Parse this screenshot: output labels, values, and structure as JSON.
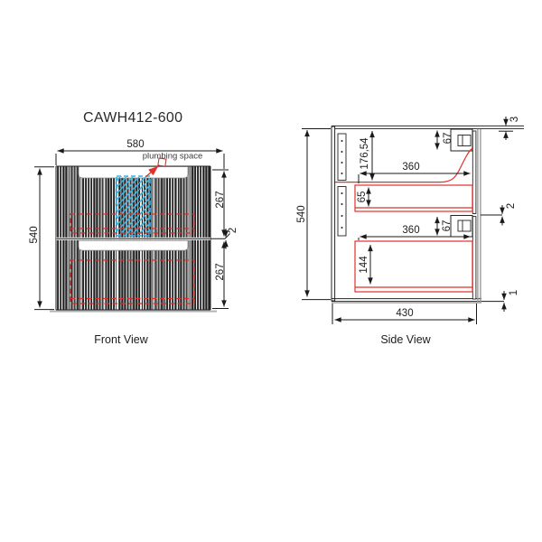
{
  "title": "CAWH412-600",
  "views": {
    "front": {
      "label": "Front View",
      "plumbing_label": "plumbing space",
      "dims": {
        "width": "580",
        "height": "540",
        "top_drawer_height": "267",
        "bottom_drawer_height": "267",
        "drawer_gap": "2"
      }
    },
    "side": {
      "label": "Side View",
      "dims": {
        "height": "540",
        "depth": "430",
        "top_to_shelf": "176,54",
        "top_drawer_depth": "360",
        "bottom_drawer_depth": "360",
        "top_handle_height": "67",
        "bottom_handle_height": "67",
        "top_drawer_inner_height": "65",
        "bottom_drawer_inner_height": "144",
        "gap_top": "3",
        "gap_middle": "2",
        "gap_bottom": "1"
      }
    }
  },
  "colors": {
    "line": "#1a1a1a",
    "red": "#e0312a",
    "blue": "#35b6e8",
    "grey": "#9a9a9a"
  }
}
